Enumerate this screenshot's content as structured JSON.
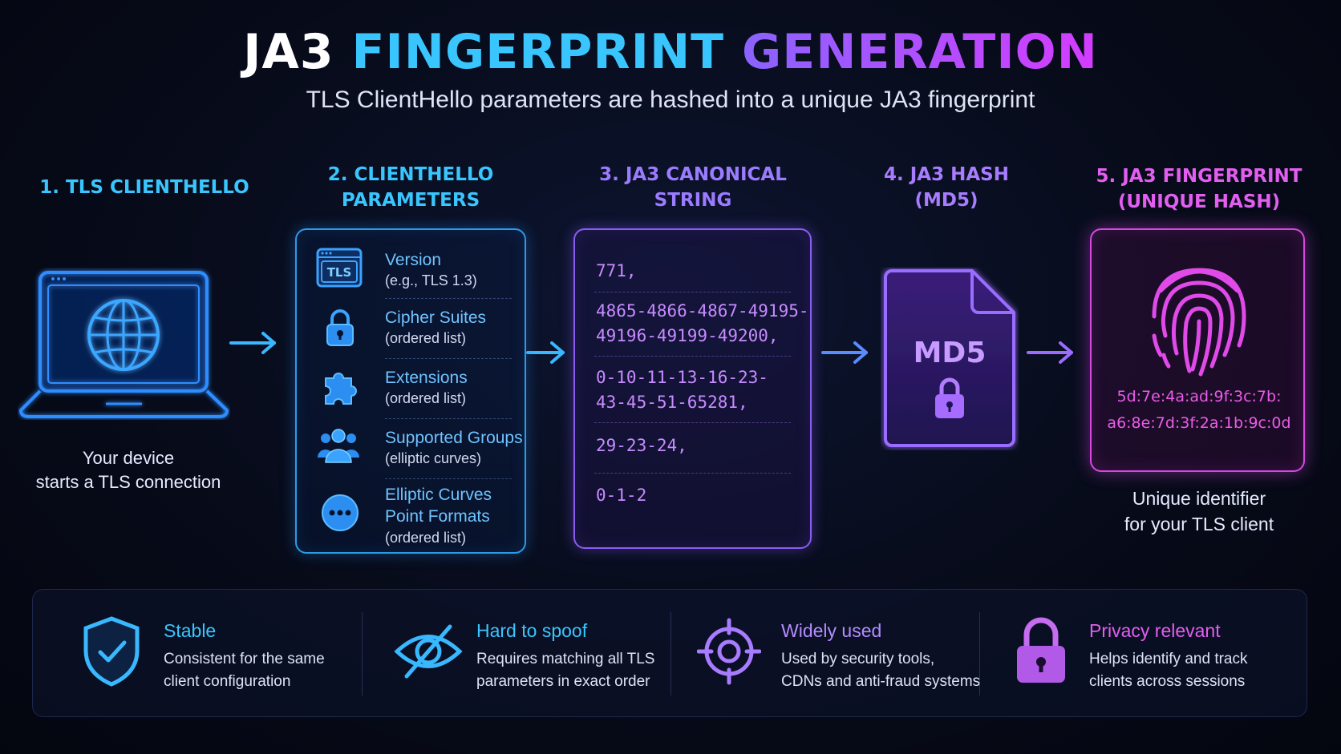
{
  "header": {
    "title_part1": "JA3",
    "title_part2": "FINGERPRINT",
    "title_part3": "GENERATION",
    "subtitle": "TLS ClientHello parameters are hashed into a unique JA3 fingerprint"
  },
  "steps": [
    {
      "title_line1": "1. TLS CLIENTHELLO",
      "title_line2": "",
      "color": "#39c6ff",
      "caption_line1": "Your device",
      "caption_line2": "starts a TLS connection"
    },
    {
      "title_line1": "2. CLIENTHELLO",
      "title_line2": "PARAMETERS",
      "color": "#39c6ff"
    },
    {
      "title_line1": "3. JA3 CANONICAL",
      "title_line2": "STRING",
      "color": "#9b7bff"
    },
    {
      "title_line1": "4. JA3 HASH",
      "title_line2": "(MD5)",
      "color": "#a77cff",
      "file_label": "MD5"
    },
    {
      "title_line1": "5. JA3 FINGERPRINT",
      "title_line2": "(UNIQUE HASH)",
      "color": "#e35ef0",
      "hash_line1": "5d:7e:4a:ad:9f:3c:7b:",
      "hash_line2": "a6:8e:7d:3f:2a:1b:9c:0d",
      "caption_line1": "Unique identifier",
      "caption_line2": "for your TLS client"
    }
  ],
  "params": [
    {
      "name": "Version",
      "desc": "(e.g., TLS 1.3)",
      "icon": "tls-window-icon",
      "icon_text": "TLS"
    },
    {
      "name": "Cipher Suites",
      "desc": "(ordered list)",
      "icon": "lock-icon"
    },
    {
      "name": "Extensions",
      "desc": "(ordered list)",
      "icon": "puzzle-icon"
    },
    {
      "name": "Supported Groups",
      "desc": "(elliptic curves)",
      "icon": "users-icon"
    },
    {
      "name": "Elliptic Curves",
      "name2": "Point Formats",
      "desc": "(ordered list)",
      "icon": "dots-icon"
    }
  ],
  "canonical_string": {
    "version": "771,",
    "ciphers_line1": "4865-4866-4867-49195-",
    "ciphers_line2": "49196-49199-49200,",
    "extensions_line1": "0-10-11-13-16-23-",
    "extensions_line2": "43-45-51-65281,",
    "groups": "29-23-24,",
    "point_formats": "0-1-2"
  },
  "benefits": [
    {
      "title": "Stable",
      "line1": "Consistent for the same",
      "line2": "client configuration",
      "color": "#39c6ff",
      "icon": "shield-check-icon"
    },
    {
      "title": "Hard to spoof",
      "line1": "Requires matching all TLS",
      "line2": "parameters in exact order",
      "color": "#39c6ff",
      "icon": "eye-slash-icon"
    },
    {
      "title": "Widely used",
      "line1": "Used by security tools,",
      "line2": "CDNs and anti-fraud systems",
      "color": "#b48cff",
      "icon": "crosshair-icon"
    },
    {
      "title": "Privacy relevant",
      "line1": "Helps identify and track",
      "line2": "clients across sessions",
      "color": "#e35ef0",
      "icon": "padlock-icon"
    }
  ]
}
